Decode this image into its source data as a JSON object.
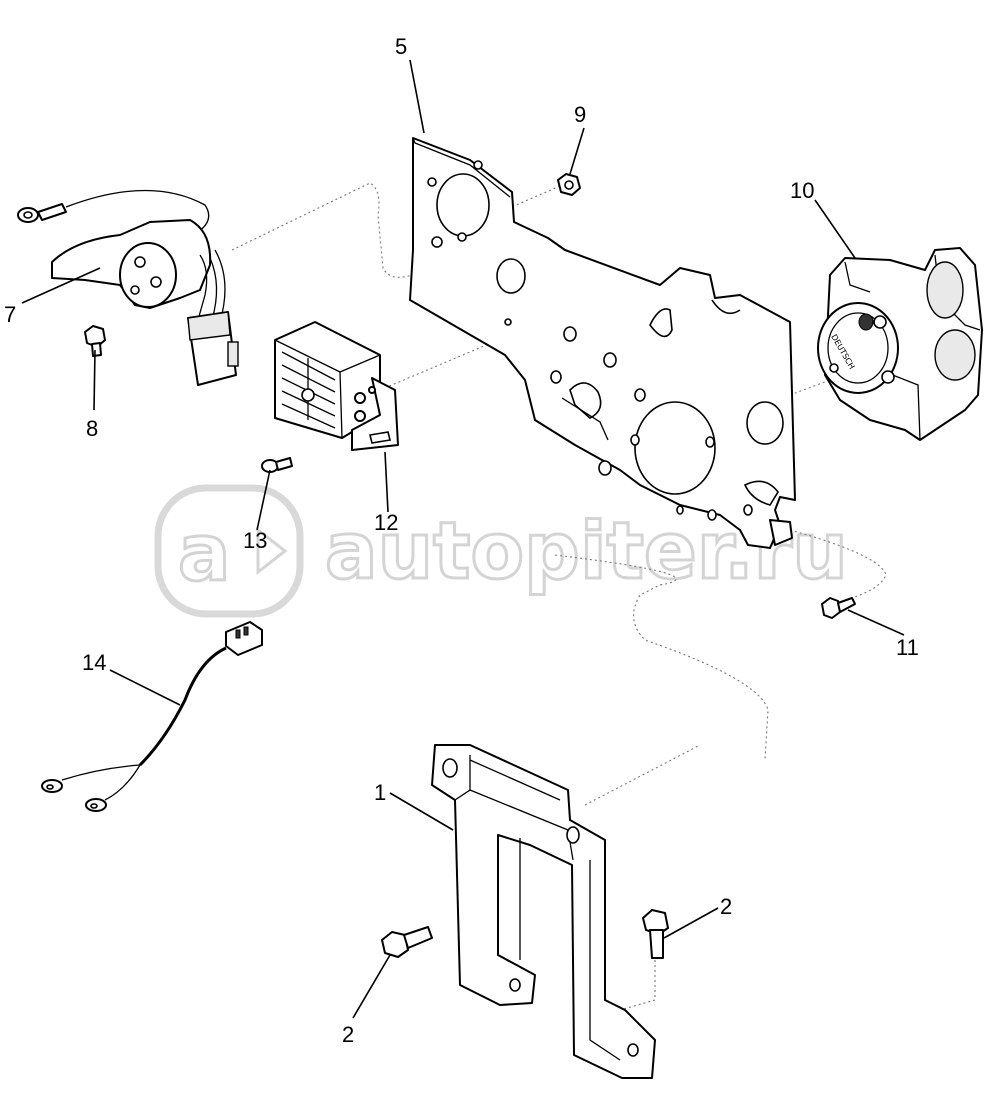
{
  "callouts": [
    {
      "id": "c1",
      "label": "1"
    },
    {
      "id": "c2a",
      "label": "2"
    },
    {
      "id": "c2b",
      "label": "2"
    },
    {
      "id": "c5",
      "label": "5"
    },
    {
      "id": "c7",
      "label": "7"
    },
    {
      "id": "c8",
      "label": "8"
    },
    {
      "id": "c9",
      "label": "9"
    },
    {
      "id": "c10",
      "label": "10"
    },
    {
      "id": "c11",
      "label": "11"
    },
    {
      "id": "c12",
      "label": "12"
    },
    {
      "id": "c13",
      "label": "13"
    },
    {
      "id": "c14",
      "label": "14"
    }
  ],
  "watermark": {
    "text": "autopiter.ru"
  },
  "connector_marking": "DEUTSCH"
}
